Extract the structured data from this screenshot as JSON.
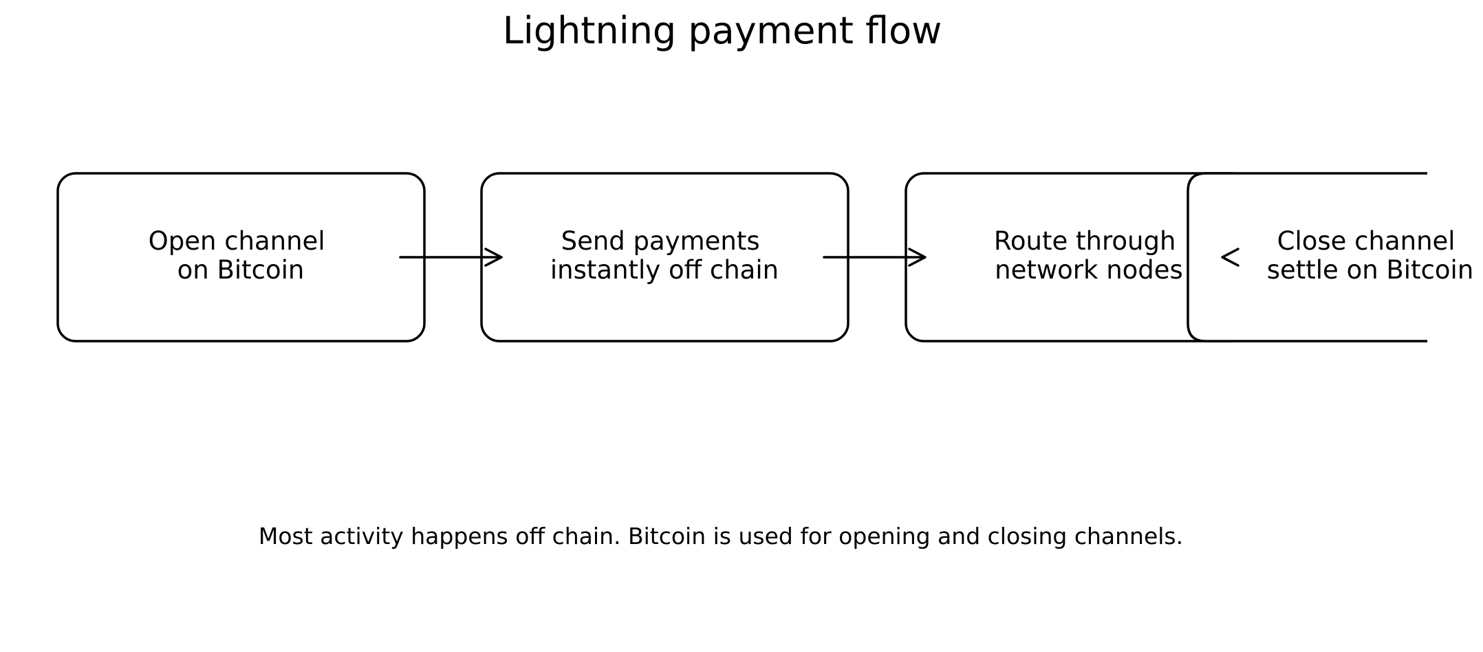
{
  "title": "Lightning payment flow",
  "steps": [
    {
      "line1": "Open channel",
      "line2": "on Bitcoin"
    },
    {
      "line1": "Send payments",
      "line2": "instantly off chain"
    },
    {
      "line1": "Route through",
      "line2": "network nodes"
    },
    {
      "line1": "Close channel",
      "line2": "settle on Bitcoin"
    }
  ],
  "footnote": "Most activity happens off chain. Bitcoin is used for opening and closing channels."
}
